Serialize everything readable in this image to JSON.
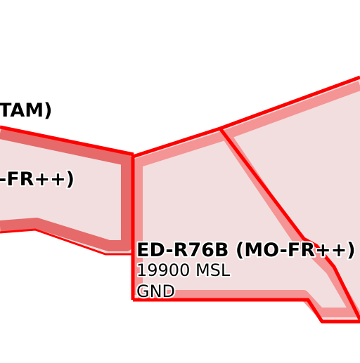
{
  "map": {
    "airspaces": [
      {
        "id": "left-area",
        "name_suffix": "-FR++)",
        "notam_fragment": "TAM)"
      },
      {
        "id": "ED-R76B",
        "name": "ED-R76B (MO-FR++)",
        "upper_limit": "19900 MSL",
        "lower_limit": "GND"
      }
    ],
    "colors": {
      "restricted_border": "#ff0000",
      "restricted_fill": "#f2dede",
      "inner_band": "#f59494",
      "left_band": "#e66a6a"
    }
  }
}
